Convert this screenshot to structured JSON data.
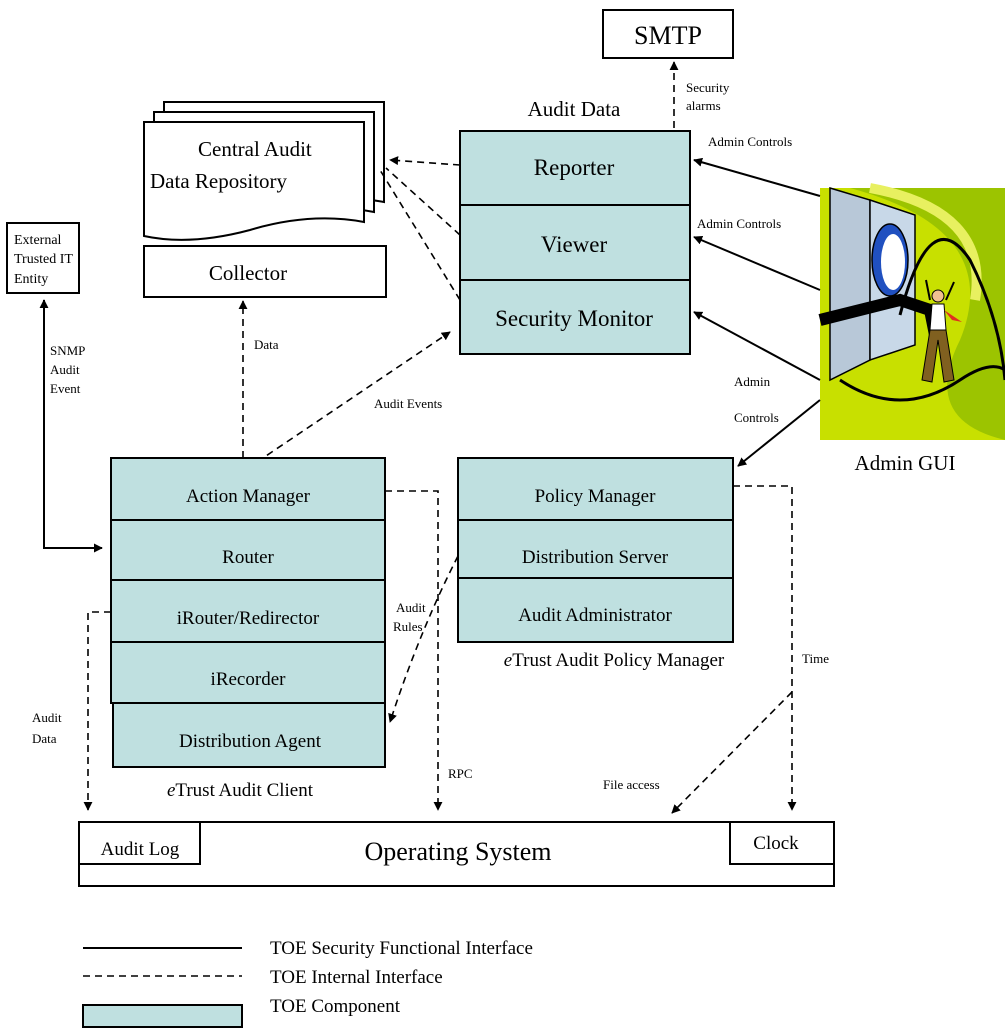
{
  "smtp": "SMTP",
  "security_alarms": [
    "Security",
    "alarms"
  ],
  "audit_data_title": "Audit Data",
  "reporter": "Reporter",
  "viewer": "Viewer",
  "security_monitor": "Security Monitor",
  "admin_controls_1": "Admin Controls",
  "admin_controls_2": "Admin Controls",
  "admin_controls_3": [
    "Admin",
    "Controls"
  ],
  "repository": [
    "Central Audit",
    "Data Repository"
  ],
  "collector": "Collector",
  "external_entity": [
    "External",
    "Trusted IT",
    "Entity"
  ],
  "snmp_label": [
    "SNMP",
    "Audit",
    "Event"
  ],
  "data_label": "Data",
  "audit_events_label": "Audit Events",
  "admin_gui": "Admin GUI",
  "client": {
    "components": [
      "Action Manager",
      "Router",
      "iRouter/Redirector",
      "iRecorder",
      "Distribution Agent"
    ],
    "caption_italic": "e",
    "caption_rest": "Trust Audit Client"
  },
  "policy": {
    "components": [
      "Policy Manager",
      "Distribution Server",
      "Audit Administrator"
    ],
    "caption_italic": "e",
    "caption_rest": "Trust Audit Policy Manager"
  },
  "audit_rules": [
    "Audit",
    "Rules"
  ],
  "time_label": "Time",
  "audit_data_side": [
    "Audit",
    "Data"
  ],
  "rpc_label": "RPC",
  "file_access_label": "File access",
  "os": {
    "title": "Operating System",
    "audit_log": "Audit Log",
    "clock": "Clock"
  },
  "legend": {
    "solid": "TOE Security Functional Interface",
    "dashed": "TOE Internal Interface",
    "component": "TOE Component"
  },
  "colors": {
    "toe_component": "#bfe0e0",
    "gui_background": "#c8e000"
  }
}
